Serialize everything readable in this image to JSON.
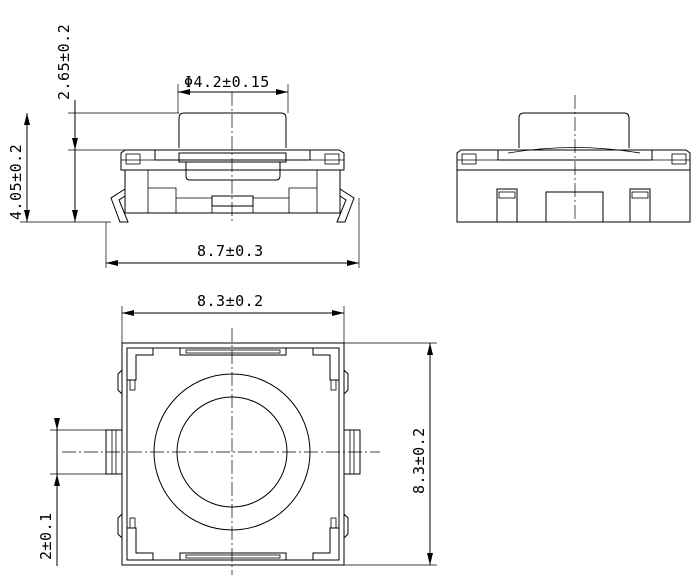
{
  "dimensions": {
    "button_height": "2.65±0.2",
    "button_diameter": "Φ4.2±0.15",
    "total_height": "4.05±0.2",
    "width_with_leads": "8.7±0.3",
    "body_width": "8.3±0.2",
    "body_height": "8.3±0.2",
    "lead_width": "2±0.1"
  },
  "colors": {
    "line": "#000000",
    "background": "#ffffff"
  }
}
